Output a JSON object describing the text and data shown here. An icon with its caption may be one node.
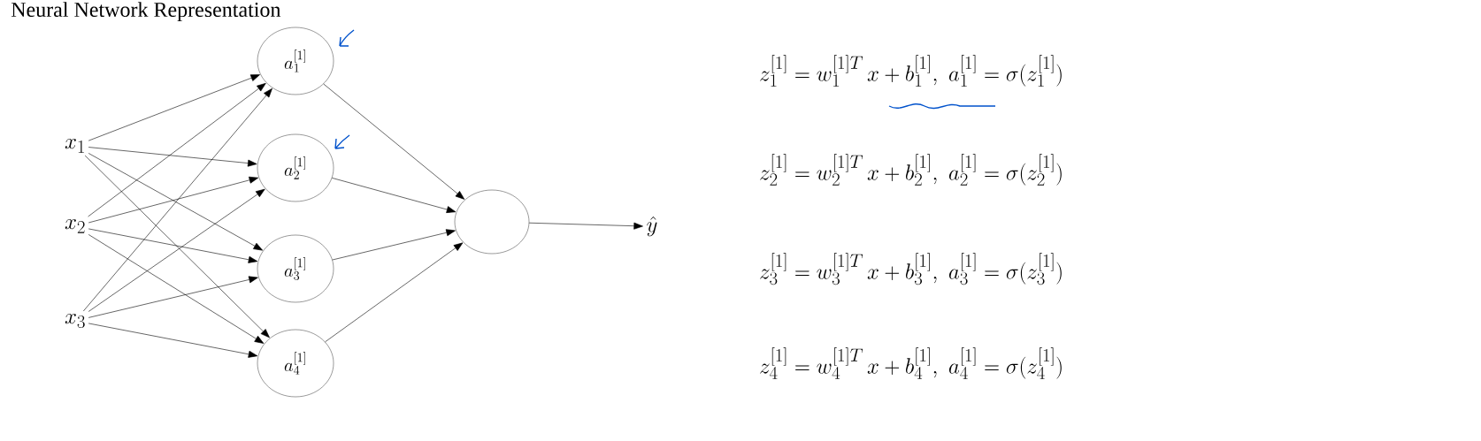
{
  "diagram": {
    "title": "Neural Network Representation",
    "nodes": [
      {
        "text": [
          "x_1"
        ]
      },
      {
        "text": [
          "x_2"
        ]
      },
      {
        "text": [
          "x_3"
        ]
      },
      {
        "text": [
          "a_1^{[1]}"
        ]
      },
      {
        "text": [
          "a_2^{[1]}"
        ]
      },
      {
        "text": [
          "a_3^{[1]}"
        ]
      },
      {
        "text": [
          "a_4^{[1]}"
        ]
      },
      {
        "text": [],
        "shape": "circle"
      },
      {
        "text": [
          "\\hat{y}"
        ]
      }
    ],
    "edges": [
      {
        "from": 0,
        "to": 3,
        "arrow": "to"
      },
      {
        "from": 0,
        "to": 4,
        "arrow": "to"
      },
      {
        "from": 0,
        "to": 5,
        "arrow": "to"
      },
      {
        "from": 0,
        "to": 6,
        "arrow": "to"
      },
      {
        "from": 1,
        "to": 3,
        "arrow": "to"
      },
      {
        "from": 1,
        "to": 4,
        "arrow": "to"
      },
      {
        "from": 1,
        "to": 5,
        "arrow": "to"
      },
      {
        "from": 1,
        "to": 6,
        "arrow": "to"
      },
      {
        "from": 2,
        "to": 3,
        "arrow": "to"
      },
      {
        "from": 2,
        "to": 4,
        "arrow": "to"
      },
      {
        "from": 2,
        "to": 5,
        "arrow": "to"
      },
      {
        "from": 2,
        "to": 6,
        "arrow": "to"
      },
      {
        "from": 3,
        "to": 7,
        "arrow": "to"
      },
      {
        "from": 4,
        "to": 7,
        "arrow": "to"
      },
      {
        "from": 5,
        "to": 7,
        "arrow": "to"
      },
      {
        "from": 6,
        "to": 7,
        "arrow": "to"
      },
      {
        "from": 7,
        "to": 8,
        "arrow": "to"
      }
    ],
    "labels": [
      "z_1^{[1]} = w_1^{[1]T}\\,x + b_1^{[1]},\\ a_1^{[1]} = \\sigma(z_1^{[1]})",
      "z_2^{[1]} = w_2^{[1]T}\\,x + b_2^{[1]},\\ a_2^{[1]} = \\sigma(z_2^{[1]})",
      "z_3^{[1]} = w_3^{[1]T}\\,x + b_3^{[1]},\\ a_3^{[1]} = \\sigma(z_3^{[1]})",
      "z_4^{[1]} = w_4^{[1]T}\\,x + b_4^{[1]},\\ a_4^{[1]} = \\sigma(z_4^{[1]})"
    ]
  }
}
